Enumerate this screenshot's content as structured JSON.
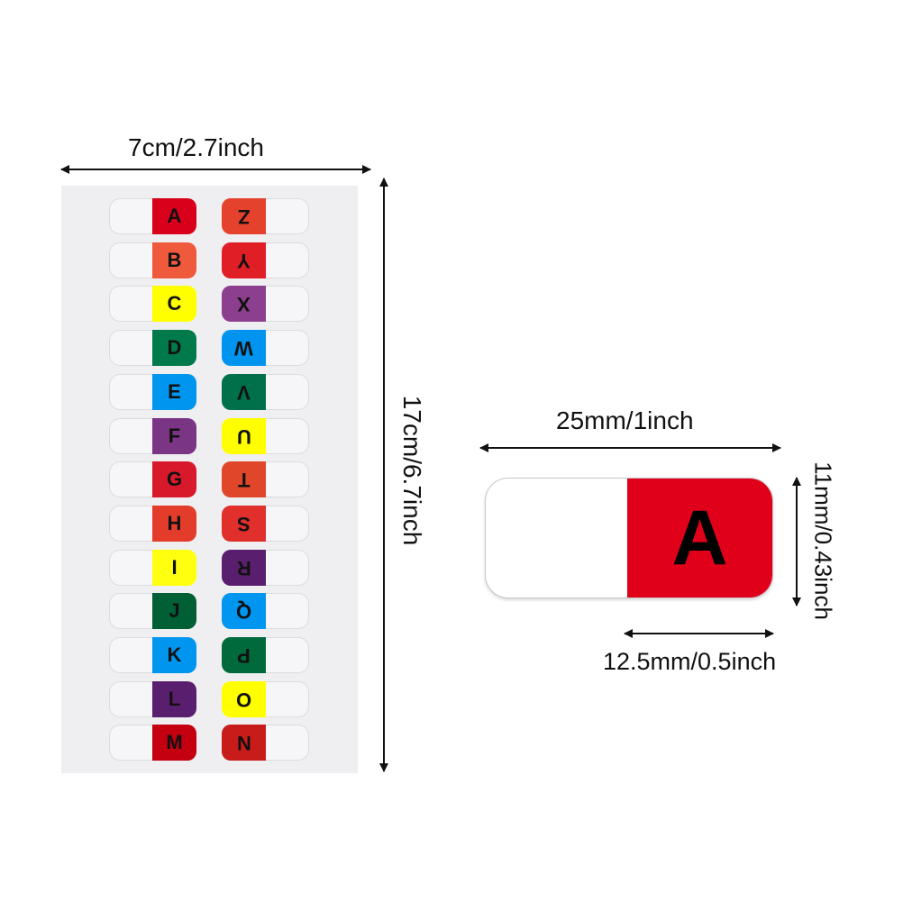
{
  "dimensions": {
    "sheet_width": "7cm/2.7inch",
    "sheet_height": "17cm/6.7inch",
    "tab_width": "25mm/1inch",
    "tab_height": "11mm/0.43inch",
    "label_width": "12.5mm/0.5inch"
  },
  "sheet": {
    "left_column": [
      {
        "letter": "A",
        "color": "#d9001b"
      },
      {
        "letter": "B",
        "color": "#f05a3c"
      },
      {
        "letter": "C",
        "color": "#ffff00"
      },
      {
        "letter": "D",
        "color": "#007a4a"
      },
      {
        "letter": "E",
        "color": "#0095ef"
      },
      {
        "letter": "F",
        "color": "#7b3585"
      },
      {
        "letter": "G",
        "color": "#d7192b"
      },
      {
        "letter": "H",
        "color": "#e43c2a"
      },
      {
        "letter": "I",
        "color": "#ffff10"
      },
      {
        "letter": "J",
        "color": "#005f35"
      },
      {
        "letter": "K",
        "color": "#0096f0"
      },
      {
        "letter": "L",
        "color": "#5a1e6e"
      },
      {
        "letter": "M",
        "color": "#c40010"
      }
    ],
    "right_column": [
      {
        "letter": "Z",
        "color": "#e4422c"
      },
      {
        "letter": "Y",
        "color": "#e01e26"
      },
      {
        "letter": "X",
        "color": "#8c3f8e"
      },
      {
        "letter": "W",
        "color": "#0094ef"
      },
      {
        "letter": "V",
        "color": "#00704a"
      },
      {
        "letter": "U",
        "color": "#ffff00"
      },
      {
        "letter": "T",
        "color": "#e0462a"
      },
      {
        "letter": "S",
        "color": "#e12f2c"
      },
      {
        "letter": "R",
        "color": "#5a1e6e"
      },
      {
        "letter": "Q",
        "color": "#0096f0"
      },
      {
        "letter": "P",
        "color": "#006a3c"
      },
      {
        "letter": "O",
        "color": "#ffff00"
      },
      {
        "letter": "N",
        "color": "#c81c1a"
      }
    ]
  },
  "large_tab": {
    "letter": "A",
    "color": "#e0001a"
  }
}
